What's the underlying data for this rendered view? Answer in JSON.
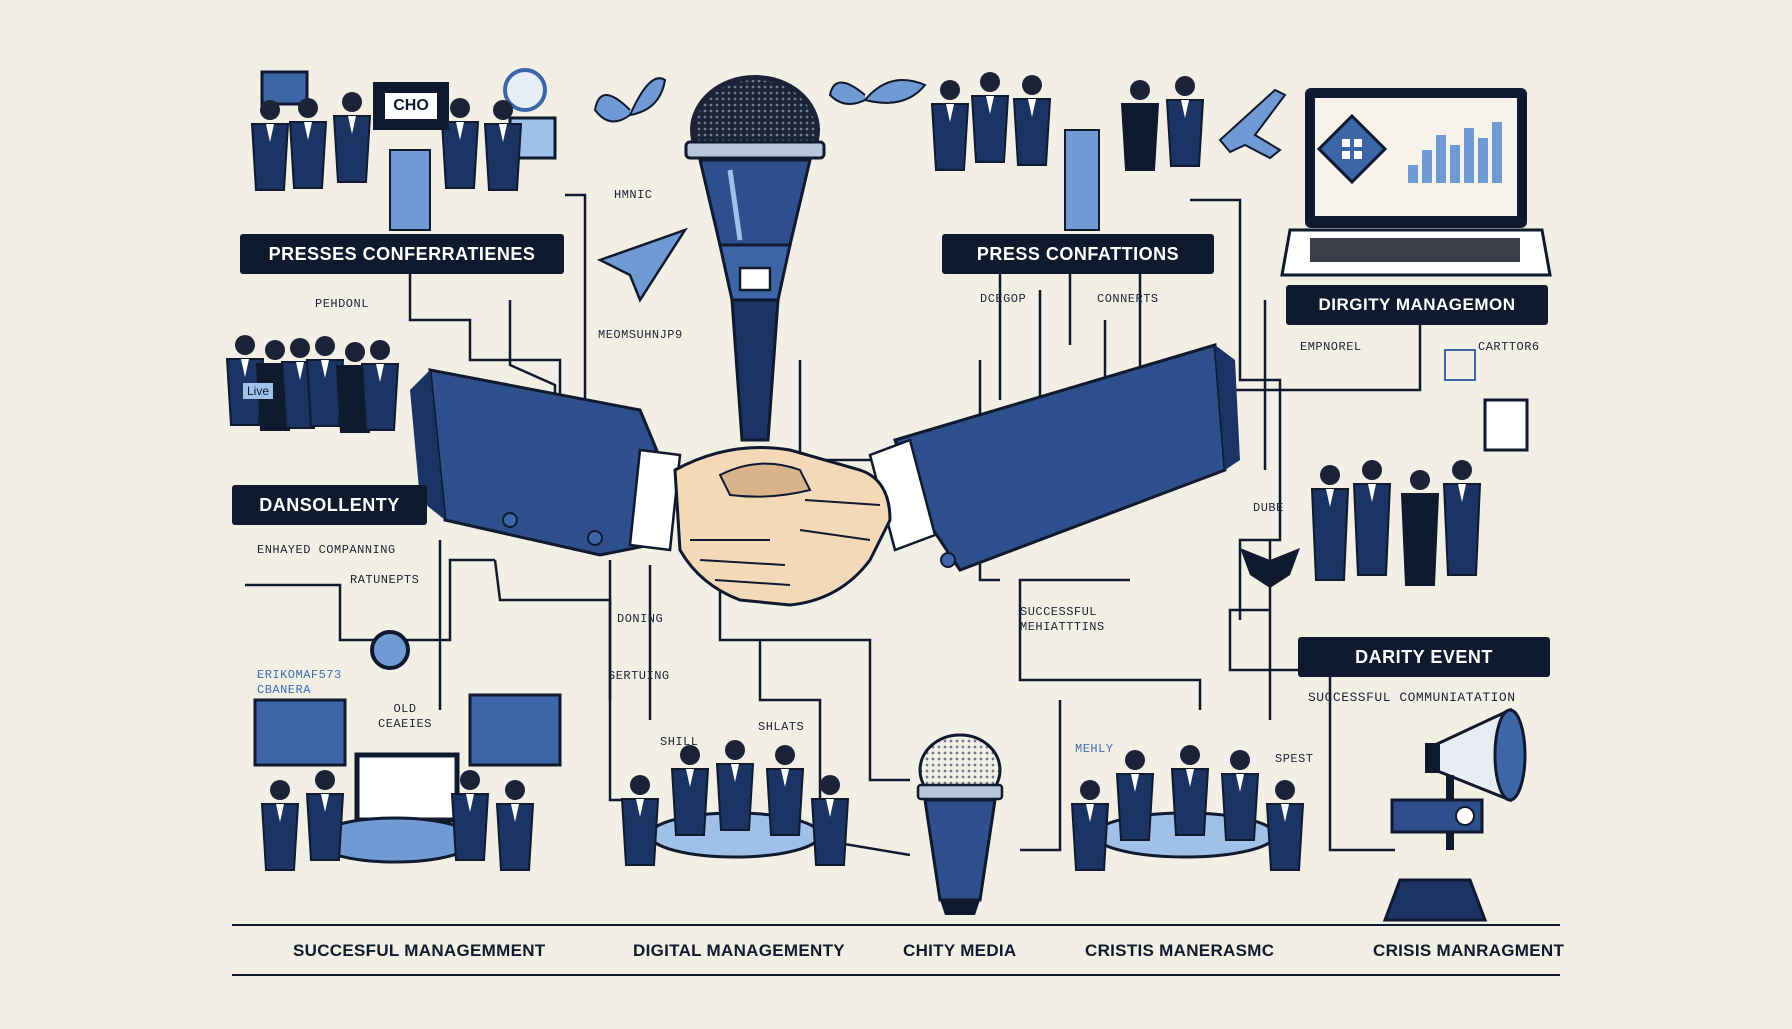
{
  "title_boxes": {
    "press_conferences_left": "PRESSES CONFERRATIENES",
    "press_conferences_right": "PRESS CONFATTIONS",
    "dignity_management": "DIRGITY MANAGEMON",
    "dansollenty": "DANSOLLENTY",
    "charity_event": "DARITY EVENT"
  },
  "sign_text": "CHO",
  "live_sign": "Live",
  "labels": {
    "hmnic": "HMNIC",
    "meomshuhp": "MEOMSUHNJP9",
    "pehdonl": "PEHDONL",
    "deegop": "DCEGOP",
    "conners": "CONNERTS",
    "enhanced": "ENHAYED COMPANNING",
    "ratunepts": "RATUNEPTS",
    "empnorel": "EMPNOREL",
    "cartiors": "CARTTOR6",
    "dube": "DUBE",
    "doning": "DONING",
    "successful_meditations": "SUCCESSFUL MEHIATTTINS",
    "sertuing": "SERTUING",
    "environment": "ERIKOMAF573 CBANERA",
    "old_ceaeies": "OLD CEAEIES",
    "shill": "SHILL",
    "shlats": "SHLATS",
    "mehly": "MEHLY",
    "spest": "SPEST",
    "successful_communication": "SUCCESSFUL COMMUNIATATION"
  },
  "bottom_labels": [
    "SUCCESFUL MANAGEMMENT",
    "DIGITAL MANAGEMENTY",
    "CHITY MEDIA",
    "CRISTIS MANERASMC",
    "CRISIS MANRAGMENT"
  ],
  "colors": {
    "background": "#f2efe4",
    "navy": "#0f1a2e",
    "blue": "#3d66a8",
    "light_blue": "#9fc0e8"
  }
}
